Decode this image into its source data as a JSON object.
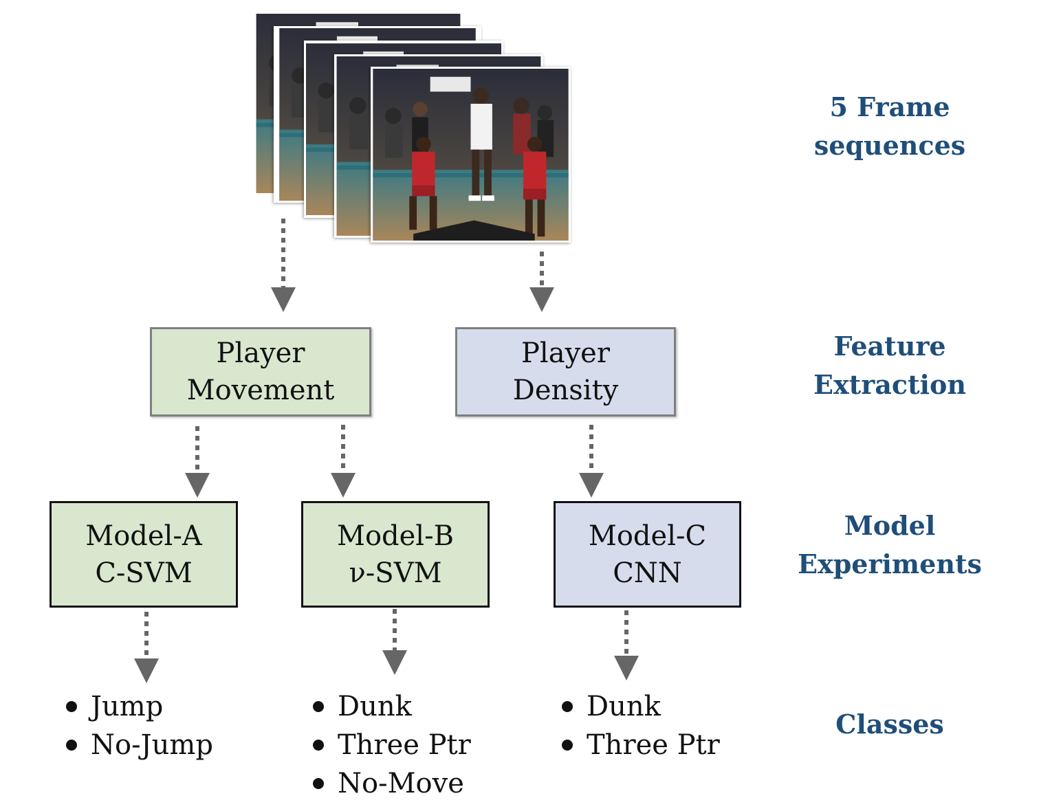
{
  "stages": {
    "frames": [
      "5 Frame",
      "sequences"
    ],
    "features": [
      "Feature",
      "Extraction"
    ],
    "models": [
      "Model",
      "Experiments"
    ],
    "classes": "Classes"
  },
  "features": {
    "movement": [
      "Player",
      "Movement"
    ],
    "density": [
      "Player",
      "Density"
    ]
  },
  "models": {
    "a": [
      "Model-A",
      "C-SVM"
    ],
    "b": [
      "Model-B",
      "ν-SVM"
    ],
    "c": [
      "Model-C",
      "CNN"
    ]
  },
  "class_lists": {
    "a": [
      "Jump",
      "No-Jump"
    ],
    "b": [
      "Dunk",
      "Three Ptr",
      "No-Move"
    ],
    "c": [
      "Dunk",
      "Three Ptr"
    ]
  },
  "colors": {
    "stage_label": "#1f4e79",
    "movement_fill": "#d9e7cf",
    "density_fill": "#d7dced",
    "arrow": "#666666"
  }
}
